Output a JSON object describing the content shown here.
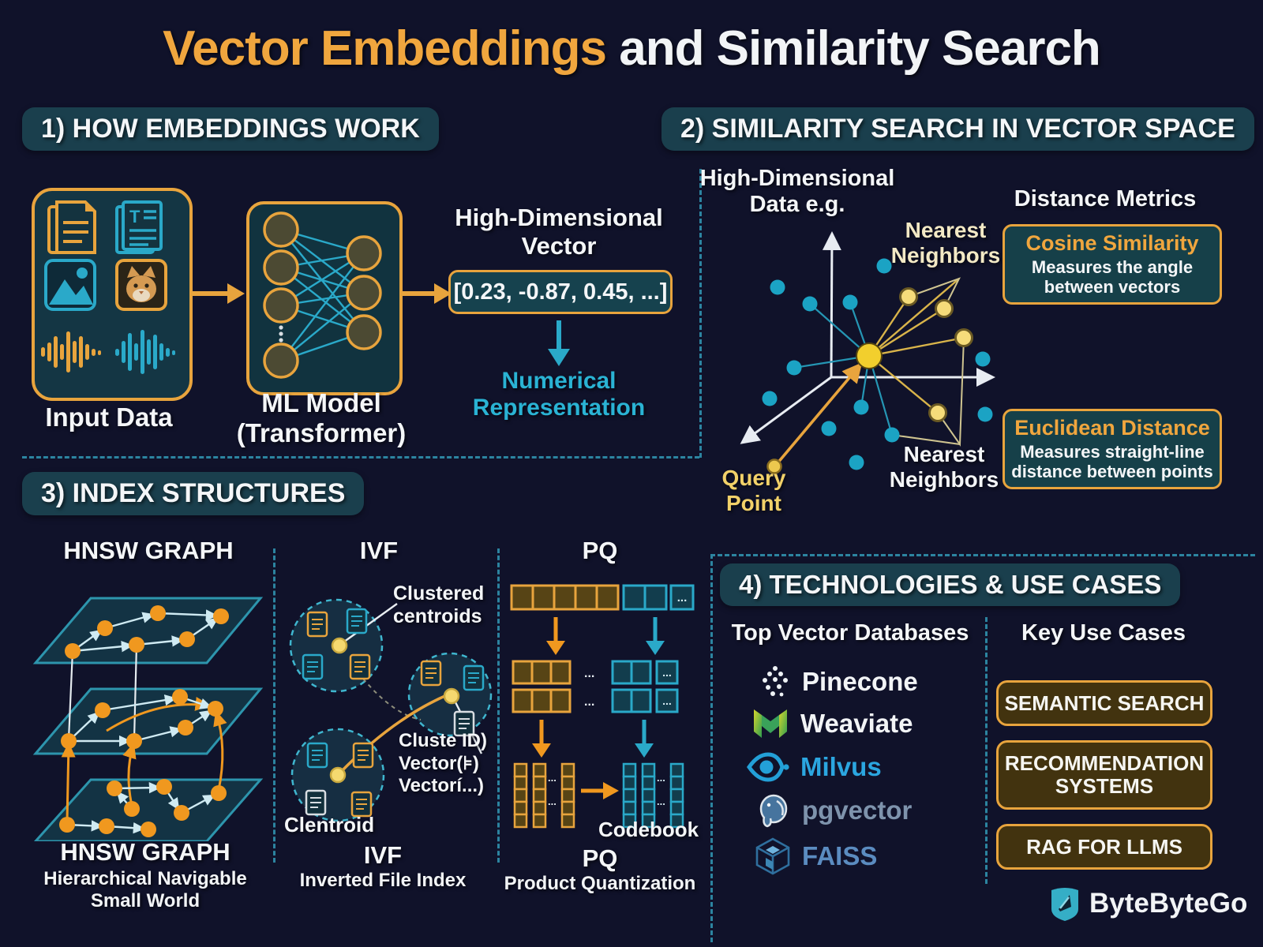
{
  "title": {
    "part1": "Vector Embeddings",
    "part2": " and Similarity Search"
  },
  "colors": {
    "accent_orange": "#e8a43d",
    "teal": "#2aa9c9",
    "yellow": "#f2d169",
    "dark_bg": "#10122a",
    "panel_teal": "#164049",
    "milvus_blue": "#2ba6e0",
    "faiss_blue": "#5b8cc0",
    "pgvector_gray": "#7e93ac"
  },
  "s1": {
    "header": "1) HOW EMBEDDINGS WORK",
    "input_label": "Input Data",
    "model_line1": "ML Model",
    "model_line2": "(Transformer)",
    "vec_line1": "High-Dimensional",
    "vec_line2": "Vector",
    "vector_value": "[0.23, -0.87, 0.45, ...]",
    "num_line1": "Numerical",
    "num_line2": "Representation"
  },
  "s2": {
    "header": "2) SIMILARITY SEARCH IN VECTOR SPACE",
    "hd_line1": "High-Dimensional",
    "hd_line2": "Data e.g.",
    "metrics_title": "Distance Metrics",
    "nn_top_line1": "Nearest",
    "nn_top_line2": "Neighbors",
    "nn_bottom_line1": "Nearest",
    "nn_bottom_line2": "Neighbors",
    "query_line1": "Query",
    "query_line2": "Point",
    "cosine_title": "Cosine Similarity",
    "cosine_body": "Measures the angle between vectors",
    "euclid_title": "Euclidean Distance",
    "euclid_body": "Measures straight-line distance between points"
  },
  "s3": {
    "header": "3) INDEX STRUCTURES",
    "hnsw_title": "HNSW GRAPH",
    "hnsw_cap1": "HNSW GRAPH",
    "hnsw_cap2": "Hierarchical Navigable Small World",
    "ivf_title": "IVF",
    "ivf_centroids_label": "Clustered centroids",
    "ivf_cluster_line1": "Cluste ID)",
    "ivf_cluster_line2": "Vector(⊧)",
    "ivf_cluster_line3": "Vectorí...)",
    "ivf_centroid_label": "Clentroid",
    "ivf_cap1": "IVF",
    "ivf_cap2": "Inverted File Index",
    "pq_title": "PQ",
    "pq_ellipsis": "...",
    "pq_codebook": "Codebook",
    "pq_cap1": "PQ",
    "pq_cap2": "Product Quantization"
  },
  "s4": {
    "header": "4) TECHNOLOGIES & USE CASES",
    "db_title": "Top Vector Databases",
    "uc_title": "Key Use Cases",
    "databases": [
      "Pinecone",
      "Weaviate",
      "Milvus",
      "pgvector",
      "FAISS"
    ],
    "use_cases": [
      "SEMANTIC SEARCH",
      "RECOMMENDATION SYSTEMS",
      "RAG FOR LLMS"
    ]
  },
  "brand": "ByteByteGo"
}
